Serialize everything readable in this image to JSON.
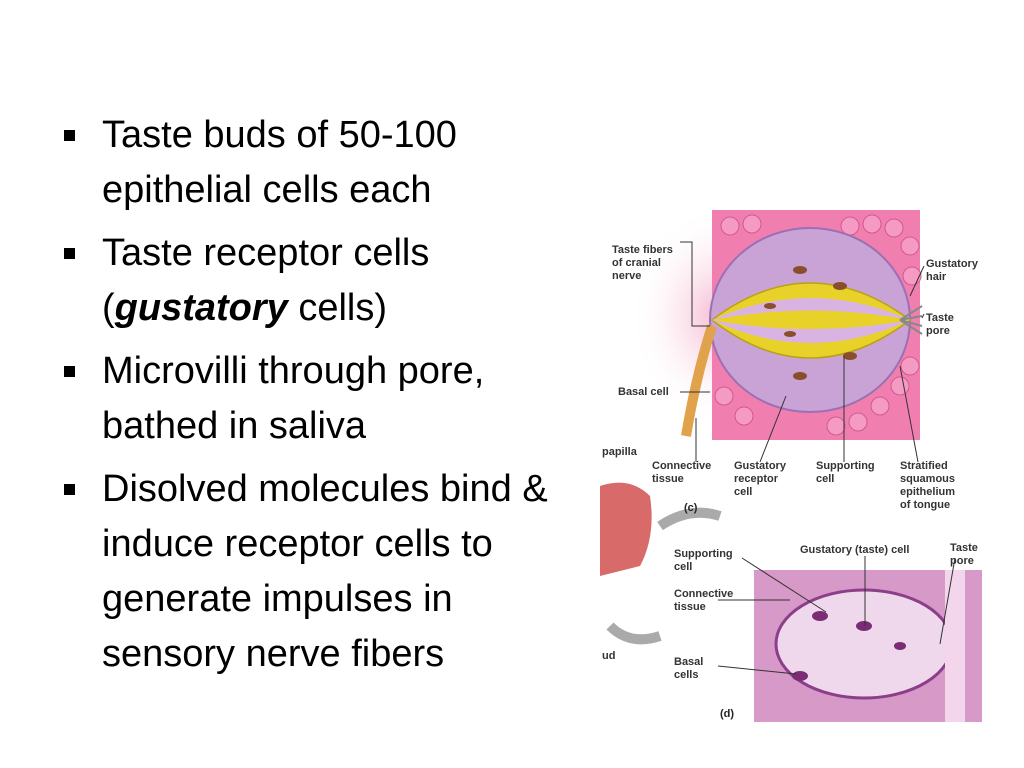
{
  "bullets": [
    {
      "text": "Taste buds of 50-100 epithelial cells each"
    },
    {
      "pre": "Taste receptor cells (",
      "emph": "gustatory",
      "post": " cells)"
    },
    {
      "text": "Microvilli through pore, bathed in saliva"
    },
    {
      "text": "Disolved molecules bind & induce receptor cells to generate impulses in sensory nerve fibers"
    }
  ],
  "figure": {
    "panel_c": {
      "label": "(c)",
      "callouts": {
        "taste_fibers": "Taste fibers\nof cranial\nnerve",
        "gustatory_hair": "Gustatory\nhair",
        "taste_pore": "Taste\npore",
        "basal_cell": "Basal cell",
        "papilla": "papilla",
        "connective_tissue": "Connective\ntissue",
        "gustatory_receptor_cell": "Gustatory\nreceptor\ncell",
        "supporting_cell": "Supporting\ncell",
        "stratified_epithelium": "Stratified\nsquamous\nepithelium\nof tongue"
      }
    },
    "panel_d": {
      "label": "(d)",
      "callouts": {
        "supporting_cell": "Supporting\ncell",
        "gustatory_taste_cell": "Gustatory (taste) cell",
        "taste_pore": "Taste\npore",
        "connective_tissue": "Connective\ntissue",
        "basal_cells": "Basal\ncells",
        "bud_fragment": "ud"
      }
    }
  },
  "colors": {
    "receptor": "#e8d22a",
    "supporting": "#c9a3d6",
    "epithelium": "#f07fb0",
    "nerve": "#e0a24a",
    "micrograph": "#d79ac8"
  }
}
